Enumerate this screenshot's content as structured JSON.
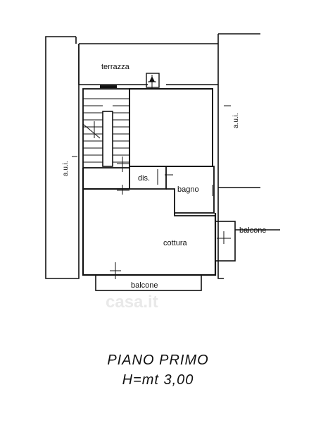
{
  "plan": {
    "rooms": {
      "terrace": "terrazza",
      "hall": "dis.",
      "bathroom": "bagno",
      "kitchen": "cottura",
      "balcony_side": "balcone",
      "balcony_bottom": "balcone"
    },
    "neighbor_left": "a.u.i.",
    "neighbor_right": "a.u.i."
  },
  "caption": {
    "floor": "PIANO PRIMO",
    "height": "H=mt 3,00"
  },
  "watermark": "casa.it"
}
